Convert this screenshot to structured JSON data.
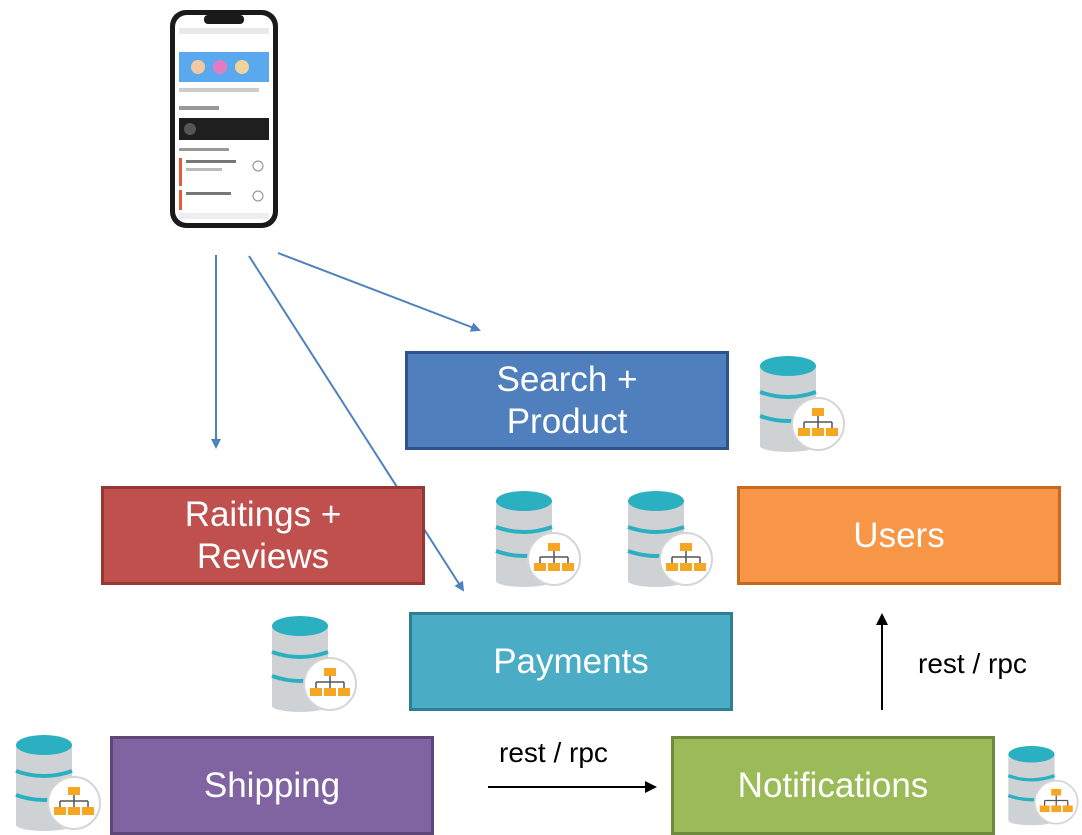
{
  "services": {
    "search": {
      "line1": "Search +",
      "line2": "Product",
      "fill": "#4f7fbd",
      "border": "#2f528f"
    },
    "ratings": {
      "line1": "Raitings +",
      "line2": "Reviews",
      "fill": "#c0504d",
      "border": "#953735"
    },
    "users": {
      "label": "Users",
      "fill": "#f79646",
      "border": "#c9691d"
    },
    "payments": {
      "label": "Payments",
      "fill": "#4bacc6",
      "border": "#2e7f95"
    },
    "shipping": {
      "label": "Shipping",
      "fill": "#8064a2",
      "border": "#5c4778"
    },
    "notifications": {
      "label": "Notifications",
      "fill": "#9bbb59",
      "border": "#6f8a3a"
    }
  },
  "connectors": {
    "shipping_to_notifications": "rest / rpc",
    "notifications_to_users": "rest / rpc"
  },
  "colors": {
    "client_arrow": "#4f81bd",
    "db_top": "#2ab0c0",
    "db_body": "#cfd2d4",
    "db_badge": "#f5a623"
  },
  "icons": {
    "client": "mobile-phone-icon",
    "database": "database-hierarchy-icon"
  }
}
